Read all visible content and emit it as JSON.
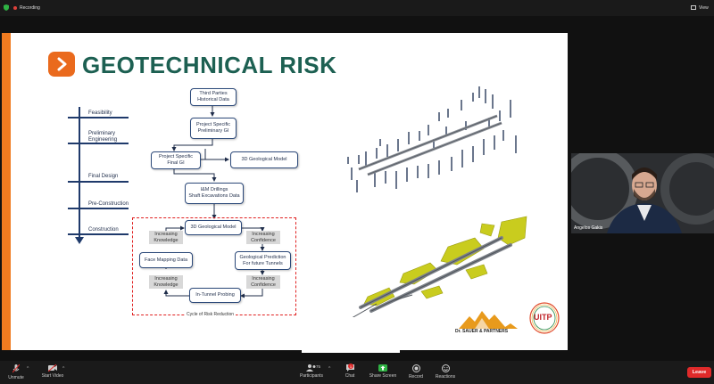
{
  "topbar": {
    "recording_label": "Recording",
    "view_label": "View"
  },
  "slide": {
    "title": "GEOTECHNICAL RISK",
    "stages": [
      "Feasibility",
      "Preliminary\nEngineering",
      "Final Design",
      "Pre-Construction",
      "Construction"
    ],
    "boxes": {
      "third_parties": "Third Parties\nHistorical Data",
      "project_prelim": "Project Specific\nPreliminary GI",
      "project_final": "Project Specific\nFinal GI",
      "geo_model": "3D Geological Model",
      "drillings": "I&M Drillings\nShaft Excavations Data",
      "cycle_model": "3D Geological Model",
      "face_mapping": "Face Mapping Data",
      "prediction": "Geological Prediction\nFor future Tunnels",
      "probing": "In-Tunnel Probing",
      "inc_knowledge_top": "Increasing\nKnowledge",
      "inc_confidence_top": "Increasing\nConfidence",
      "inc_knowledge_bottom": "Increasing\nKnowledge",
      "inc_confidence_bottom": "Increasing\nConfidence"
    },
    "cycle_label": "Cycle of Risk Reduction",
    "logo_sauer": "Dr. SAUER & PARTNERS",
    "logo_uitp": "UITP"
  },
  "video": {
    "participant_name": "Angelos Gakis"
  },
  "toolbar": {
    "unmute": "Unmute",
    "start_video": "Start Video",
    "participants": "Participants",
    "participants_count": "75",
    "chat": "Chat",
    "chat_badge": "1",
    "share_screen": "Share Screen",
    "record": "Record",
    "reactions": "Reactions",
    "leave": "Leave"
  },
  "colors": {
    "title_green": "#1d6052",
    "accent_orange": "#ea6a1d",
    "flow_navy": "#1f3a6b",
    "cycle_red": "#e02020",
    "model_yellow": "#c9cc1e",
    "leave_red": "#e02a2a",
    "share_green": "#2fb344"
  }
}
